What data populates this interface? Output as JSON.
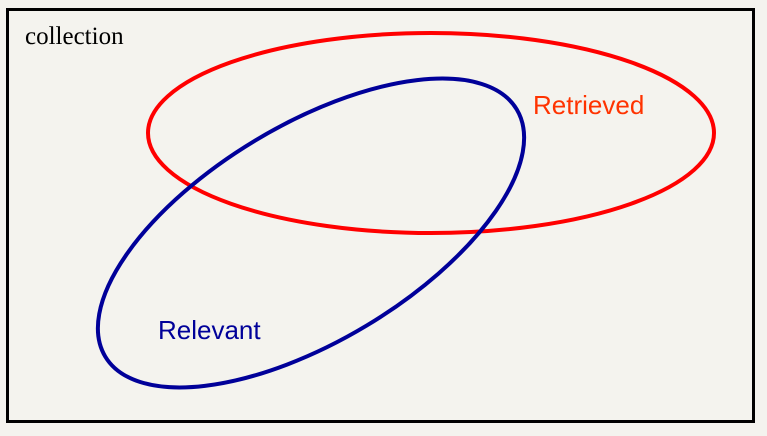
{
  "collection": {
    "label": "collection"
  },
  "sets": {
    "retrieved": {
      "label": "Retrieved",
      "stroke_color": "#ff0000",
      "label_color": "#ff3300"
    },
    "relevant": {
      "label": "Relevant",
      "stroke_color": "#000099",
      "label_color": "#000099"
    }
  },
  "colors": {
    "background": "#f4f3ee",
    "frame": "#000000"
  }
}
